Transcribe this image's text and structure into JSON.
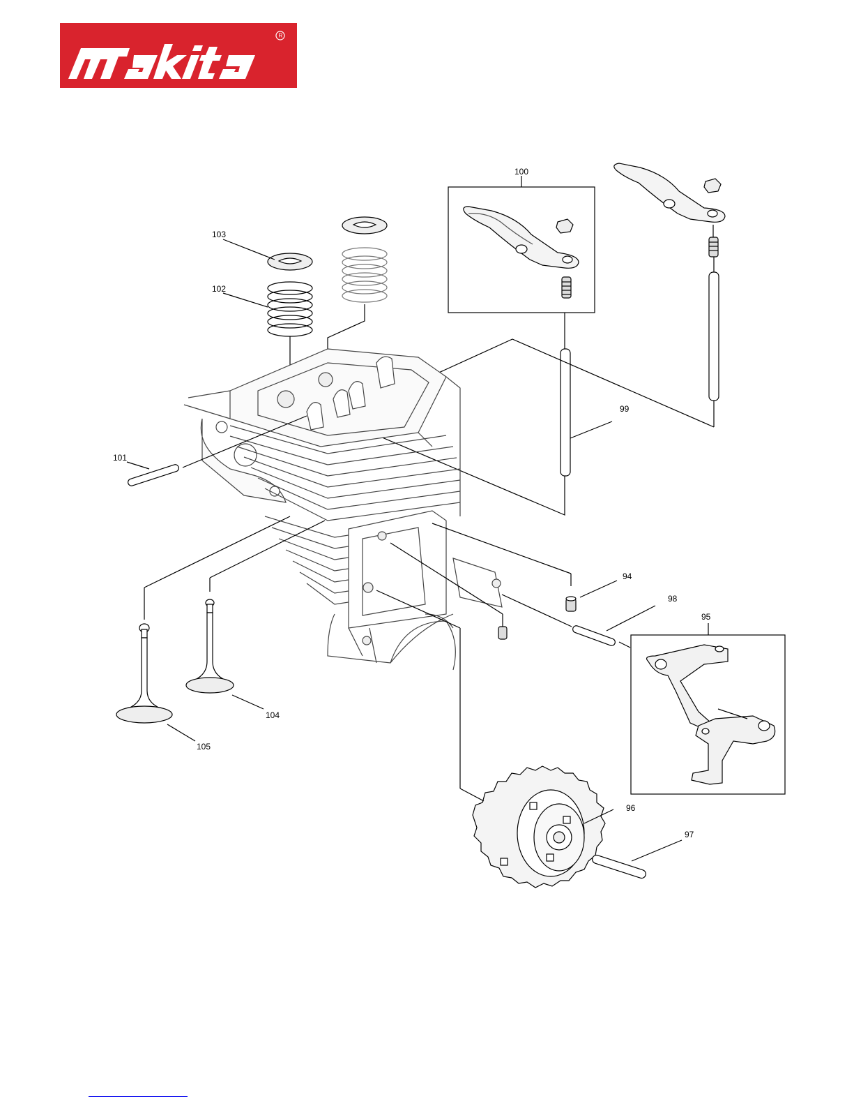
{
  "brand": {
    "name": "makita",
    "color": "#d9232d"
  },
  "callouts": [
    {
      "id": "c100",
      "label": "100"
    },
    {
      "id": "c103",
      "label": "103"
    },
    {
      "id": "c102",
      "label": "102"
    },
    {
      "id": "c101",
      "label": "101"
    },
    {
      "id": "c99",
      "label": "99"
    },
    {
      "id": "c94",
      "label": "94"
    },
    {
      "id": "c98",
      "label": "98"
    },
    {
      "id": "c95",
      "label": "95"
    },
    {
      "id": "c104",
      "label": "104"
    },
    {
      "id": "c105",
      "label": "105"
    },
    {
      "id": "c96",
      "label": "96"
    },
    {
      "id": "c97",
      "label": "97"
    }
  ]
}
